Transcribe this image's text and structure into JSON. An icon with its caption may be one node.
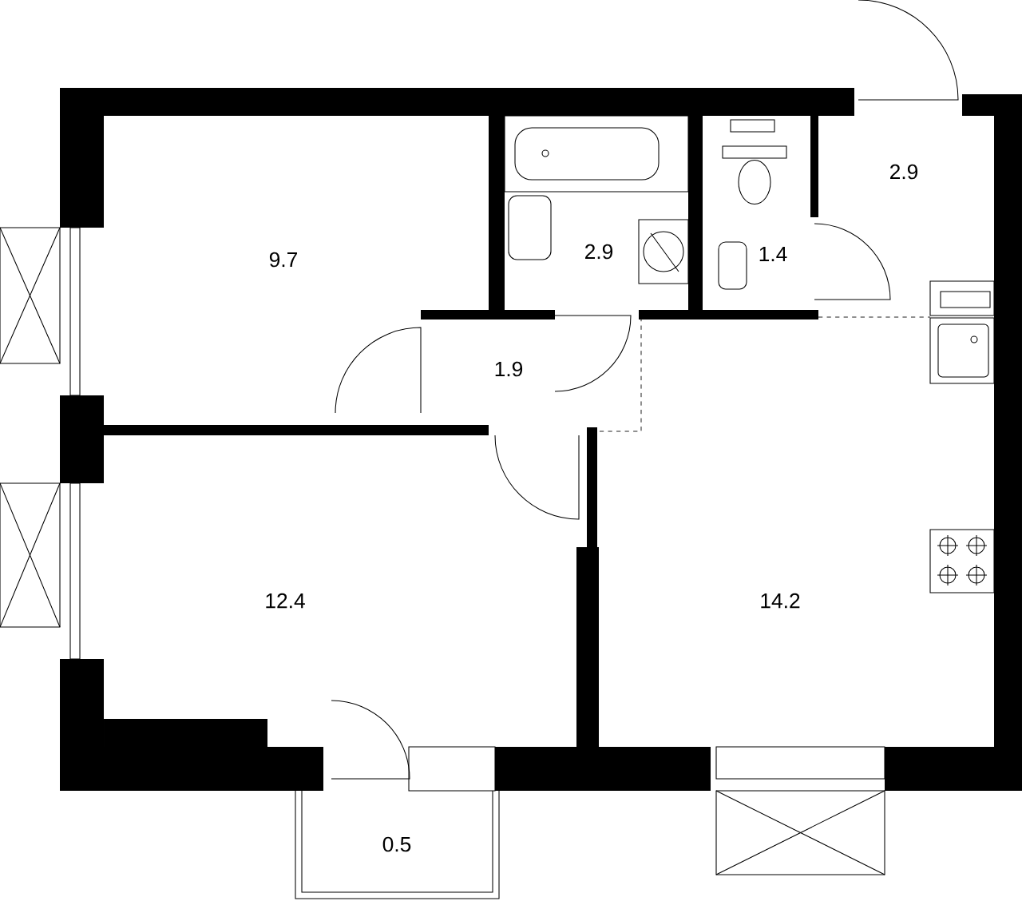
{
  "diagram": {
    "labels": [
      "2.9",
      "2.9",
      "1.4",
      "9.7",
      "1.9",
      "12.4",
      "14.2",
      "0.5"
    ]
  }
}
